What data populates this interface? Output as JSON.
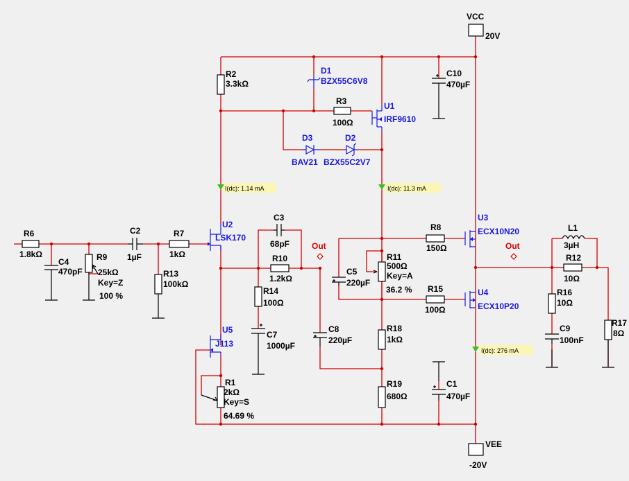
{
  "rails": {
    "vcc_name": "VCC",
    "vcc_value": "20V",
    "vee_name": "VEE",
    "vee_value": "-20V"
  },
  "components": {
    "R6": {
      "ref": "R6",
      "value": "1.8kΩ"
    },
    "C4": {
      "ref": "C4",
      "value": "470pF"
    },
    "R9": {
      "ref": "R9",
      "value": "25kΩ",
      "key": "Key=Z",
      "percent": "100 %"
    },
    "C2": {
      "ref": "C2",
      "value": "1µF"
    },
    "R7": {
      "ref": "R7",
      "value": "1kΩ"
    },
    "R13": {
      "ref": "R13",
      "value": "100kΩ"
    },
    "R2": {
      "ref": "R2",
      "value": "3.3kΩ"
    },
    "D1": {
      "ref": "D1",
      "value": "BZX55C6V8"
    },
    "R3": {
      "ref": "R3",
      "value": "100Ω"
    },
    "U1": {
      "ref": "U1",
      "value": "IRF9610"
    },
    "D3": {
      "ref": "D3",
      "value": "BAV21"
    },
    "D2": {
      "ref": "D2",
      "value": "BZX55C2V7"
    },
    "C10": {
      "ref": "C10",
      "value": "470µF"
    },
    "U2": {
      "ref": "U2",
      "value": "LSK170"
    },
    "C3": {
      "ref": "C3",
      "value": "68pF"
    },
    "R10": {
      "ref": "R10",
      "value": "1.2kΩ"
    },
    "R14": {
      "ref": "R14",
      "value": "100Ω"
    },
    "C7": {
      "ref": "C7",
      "value": "1000µF"
    },
    "U5": {
      "ref": "U5",
      "value": "J113"
    },
    "R1": {
      "ref": "R1",
      "value": "2kΩ",
      "key": "Key=S",
      "percent": "64.69 %"
    },
    "C8": {
      "ref": "C8",
      "value": "220µF"
    },
    "R8": {
      "ref": "R8",
      "value": "150Ω"
    },
    "R11": {
      "ref": "R11",
      "value": "500Ω",
      "key": "Key=A",
      "percent": "36.2 %"
    },
    "C5": {
      "ref": "C5",
      "value": "220µF"
    },
    "R15": {
      "ref": "R15",
      "value": "100Ω"
    },
    "R18": {
      "ref": "R18",
      "value": "1kΩ"
    },
    "R19": {
      "ref": "R19",
      "value": "680Ω"
    },
    "C1": {
      "ref": "C1",
      "value": "470µF"
    },
    "U3": {
      "ref": "U3",
      "value": "ECX10N20"
    },
    "U4": {
      "ref": "U4",
      "value": "ECX10P20"
    },
    "L1": {
      "ref": "L1",
      "value": "3µH"
    },
    "R12": {
      "ref": "R12",
      "value": "10Ω"
    },
    "R16": {
      "ref": "R16",
      "value": "10Ω"
    },
    "C9": {
      "ref": "C9",
      "value": "100nF"
    },
    "R17": {
      "ref": "R17",
      "value": "8Ω"
    }
  },
  "probes": [
    {
      "text": "I(dc): 1.14 mA"
    },
    {
      "text": "I(dc): 11.3 mA"
    },
    {
      "text": "I(dc): 276 mA"
    }
  ],
  "net_labels": {
    "out_left": "Out",
    "out_right": "Out"
  },
  "colors": {
    "wire": "#d40000",
    "component": "#000000",
    "semiconductor": "#1a1ae0",
    "probe_background": "#fbf6b4",
    "probe_arrow": "#3fbf1f",
    "background": "#f0f0f0"
  }
}
